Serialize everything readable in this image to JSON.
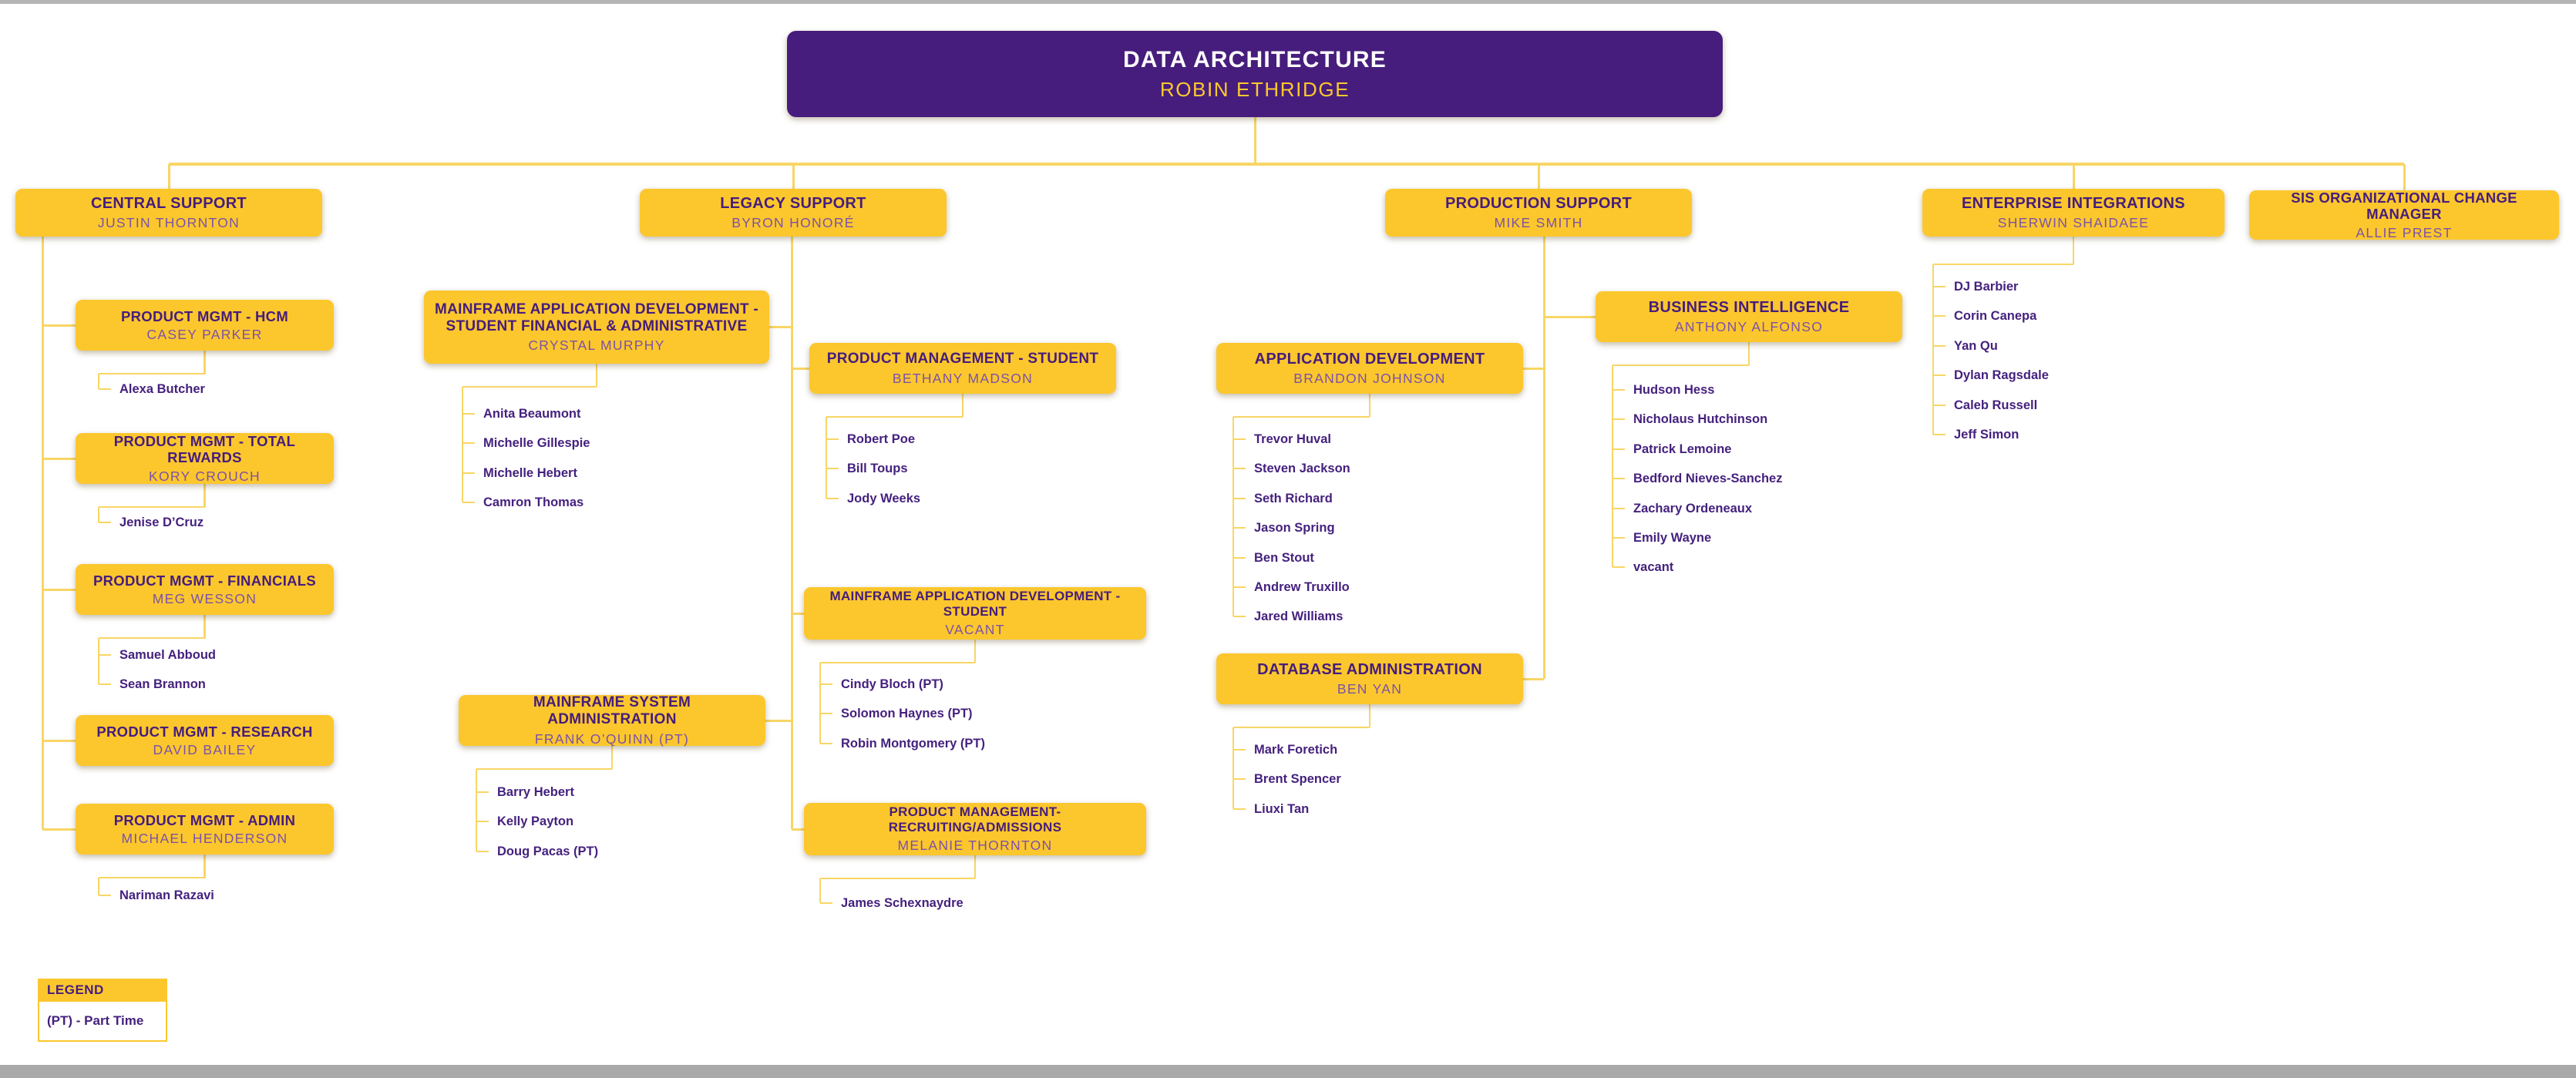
{
  "root": {
    "title": "DATA ARCHITECTURE",
    "name": "ROBIN ETHRIDGE"
  },
  "branches": [
    {
      "title": "CENTRAL SUPPORT",
      "name": "JUSTIN THORNTON",
      "children": [
        {
          "title": "PRODUCT MGMT - HCM",
          "name": "CASEY PARKER",
          "members": [
            "Alexa Butcher"
          ]
        },
        {
          "title": "PRODUCT MGMT - TOTAL REWARDS",
          "name": "KORY CROUCH",
          "members": [
            "Jenise D’Cruz"
          ]
        },
        {
          "title": "PRODUCT MGMT - FINANCIALS",
          "name": "MEG WESSON",
          "members": [
            "Samuel Abboud",
            "Sean Brannon"
          ]
        },
        {
          "title": "PRODUCT MGMT - RESEARCH",
          "name": "DAVID BAILEY",
          "members": []
        },
        {
          "title": "PRODUCT MGMT - ADMIN",
          "name": "MICHAEL HENDERSON",
          "members": [
            "Nariman Razavi"
          ]
        }
      ]
    },
    {
      "title": "LEGACY SUPPORT",
      "name": "BYRON HONORÉ",
      "children": [
        {
          "title": "MAINFRAME APPLICATION DEVELOPMENT - STUDENT FINANCIAL & ADMINISTRATIVE",
          "name": "CRYSTAL MURPHY",
          "members": [
            "Anita Beaumont",
            "Michelle Gillespie",
            "Michelle Hebert",
            "Camron Thomas"
          ]
        },
        {
          "title": "PRODUCT MANAGEMENT - STUDENT",
          "name": "BETHANY MADSON",
          "members": [
            "Robert Poe",
            "Bill Toups",
            "Jody Weeks"
          ]
        },
        {
          "title": "MAINFRAME SYSTEM ADMINISTRATION",
          "name": "FRANK O’QUINN (PT)",
          "members": [
            "Barry Hebert",
            "Kelly Payton",
            "Doug Pacas (PT)"
          ]
        },
        {
          "title": "MAINFRAME APPLICATION DEVELOPMENT - STUDENT",
          "name": "VACANT",
          "members": [
            "Cindy Bloch (PT)",
            "Solomon Haynes (PT)",
            "Robin Montgomery (PT)"
          ]
        },
        {
          "title": "PRODUCT MANAGEMENT- RECRUITING/ADMISSIONS",
          "name": "MELANIE THORNTON",
          "members": [
            "James Schexnaydre"
          ]
        }
      ]
    },
    {
      "title": "PRODUCTION SUPPORT",
      "name": "MIKE SMITH",
      "children": [
        {
          "title": "APPLICATION DEVELOPMENT",
          "name": "BRANDON JOHNSON",
          "members": [
            "Trevor Huval",
            "Steven Jackson",
            "Seth Richard",
            "Jason Spring",
            "Ben Stout",
            "Andrew Truxillo",
            "Jared Williams"
          ]
        },
        {
          "title": "BUSINESS INTELLIGENCE",
          "name": "ANTHONY ALFONSO",
          "members": [
            "Hudson Hess",
            "Nicholaus Hutchinson",
            "Patrick Lemoine",
            "Bedford Nieves-Sanchez",
            "Zachary Ordeneaux",
            "Emily Wayne",
            "vacant"
          ]
        },
        {
          "title": "DATABASE ADMINISTRATION",
          "name": "BEN YAN",
          "members": [
            "Mark Foretich",
            "Brent Spencer",
            "Liuxi Tan"
          ]
        }
      ]
    },
    {
      "title": "ENTERPRISE INTEGRATIONS",
      "name": "SHERWIN SHAIDAEE",
      "members": [
        "DJ Barbier",
        "Corin Canepa",
        "Yan Qu",
        "Dylan Ragsdale",
        "Caleb Russell",
        "Jeff Simon"
      ]
    },
    {
      "title": "SIS ORGANIZATIONAL CHANGE MANAGER",
      "name": "ALLIE PREST"
    }
  ],
  "legend": {
    "header": "LEGEND",
    "note": "(PT) - Part Time"
  },
  "colors": {
    "primary_purple": "#461D7C",
    "accent_gold": "#FCC72D",
    "gold_light": "#FDC82F",
    "connector_gold": "#F8D666",
    "name_purple": "#7B52A8",
    "member_purple": "#45217E",
    "window_edge_gray": "#AAAAAA"
  }
}
